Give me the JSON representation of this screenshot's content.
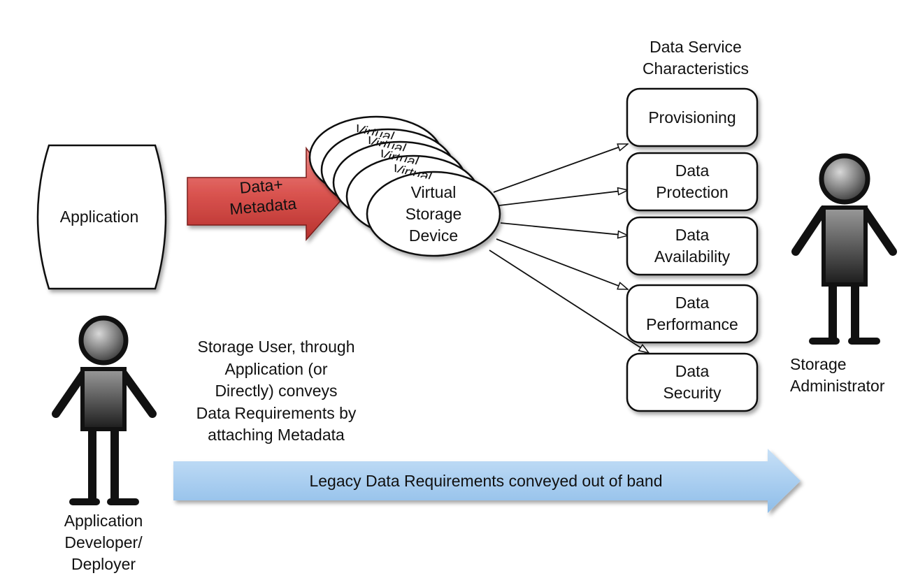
{
  "application": {
    "label": "Application"
  },
  "flow_arrow": {
    "label": "Data+\nMetadata"
  },
  "virtual_device": {
    "label": "Virtual\nStorage\nDevice",
    "stack_labels": [
      "Virtual",
      "Virtual",
      "Virtual",
      "Virtual"
    ]
  },
  "characteristics": {
    "title": "Data Service\nCharacteristics",
    "items": [
      {
        "label": "Provisioning"
      },
      {
        "label": "Data\nProtection"
      },
      {
        "label": "Data\nAvailability"
      },
      {
        "label": "Data\nPerformance"
      },
      {
        "label": "Data\nSecurity"
      }
    ]
  },
  "storage_user_note": "Storage User, through\nApplication (or\nDirectly) conveys\nData Requirements by\nattaching Metadata",
  "legacy_arrow": {
    "label": "Legacy Data Requirements conveyed out of band"
  },
  "actors": {
    "developer": {
      "label": "Application\nDeveloper/\nDeployer"
    },
    "administrator": {
      "label": "Storage\nAdministrator"
    }
  },
  "colors": {
    "flow_arrow": "#d9534f",
    "legacy_arrow": "#9ec9f0",
    "actor_body": "#3a3a3a",
    "outline": "#111111"
  }
}
